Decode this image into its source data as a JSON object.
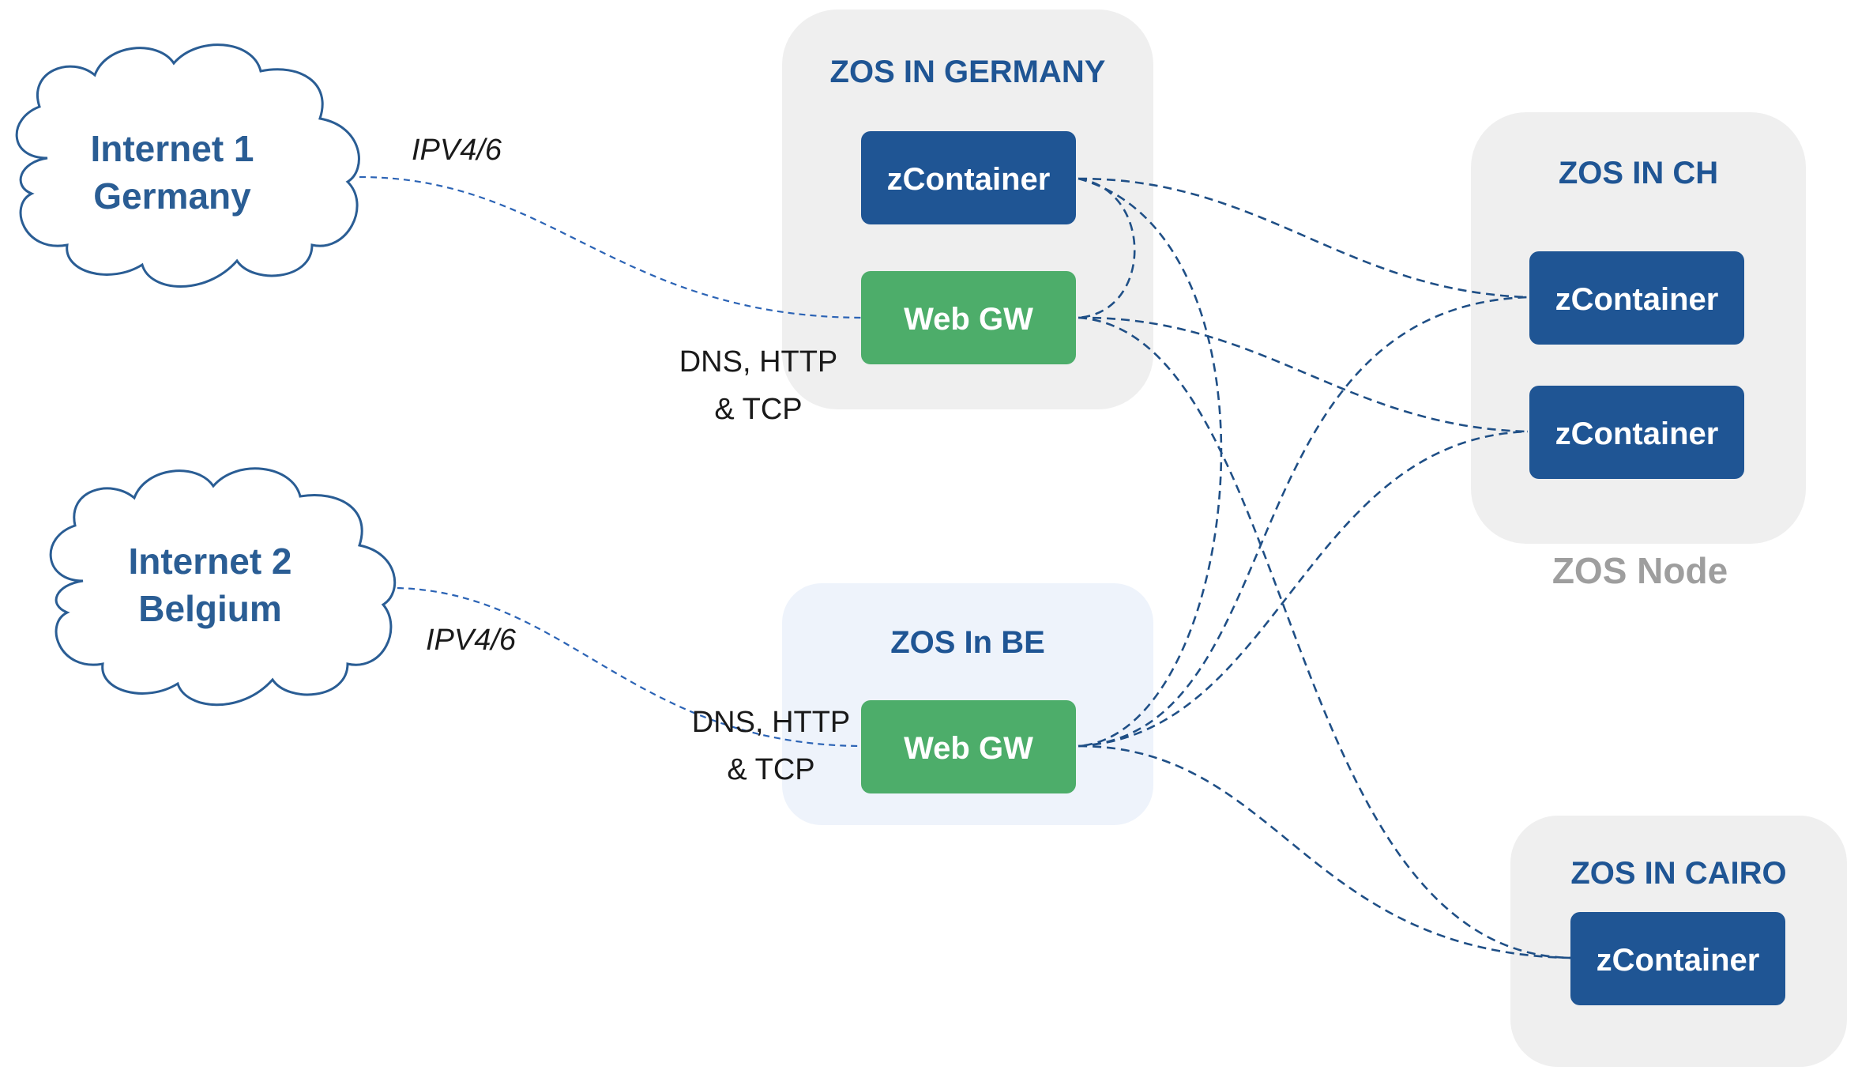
{
  "colors": {
    "cloud_stroke": "#2a5d94",
    "zone_grey": "#efefef",
    "zone_be": "#eef3fb",
    "container_blue": "#1f5594",
    "gateway_green": "#4dad6a",
    "caption_grey": "#9e9e9e"
  },
  "clouds": {
    "internet1": {
      "line1": "Internet 1",
      "line2": "Germany"
    },
    "internet2": {
      "line1": "Internet 2",
      "line2": "Belgium"
    }
  },
  "zones": {
    "germany": {
      "title": "ZOS IN GERMANY",
      "container": "zContainer",
      "gateway": "Web GW"
    },
    "ch": {
      "title": "ZOS IN CH",
      "container1": "zContainer",
      "container2": "zContainer"
    },
    "be": {
      "title": "ZOS In BE",
      "gateway": "Web GW"
    },
    "cairo": {
      "title": "ZOS IN CAIRO",
      "container": "zContainer"
    }
  },
  "labels": {
    "ipv_de": "IPV4/6",
    "ipv_be": "IPV4/6",
    "proto_de_line1": "DNS, HTTP",
    "proto_de_line2": "& TCP",
    "proto_be_line1": "DNS, HTTP",
    "proto_be_line2": "& TCP",
    "node_caption": "ZOS Node"
  }
}
